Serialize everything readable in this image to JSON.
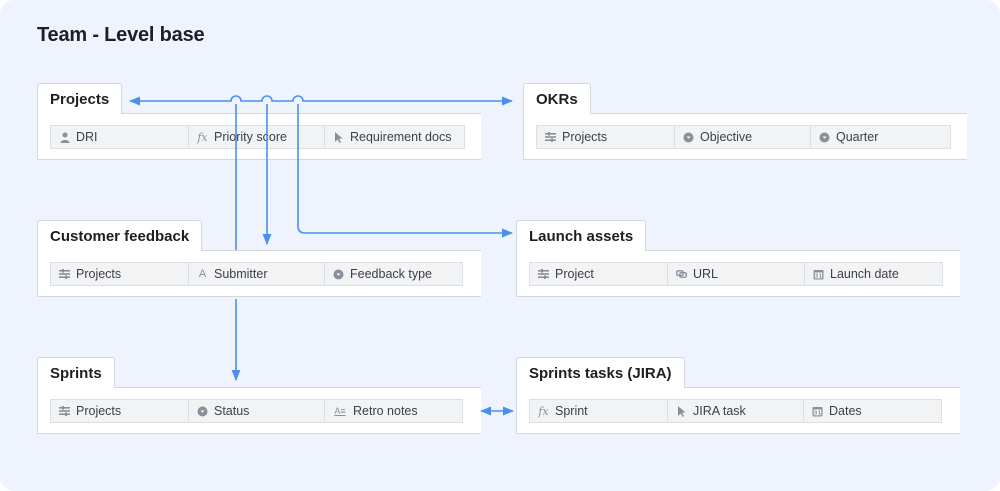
{
  "title": "Team - Level base",
  "tables": {
    "projects": {
      "name": "Projects",
      "fields": [
        {
          "label": "DRI",
          "icon": "user-icon"
        },
        {
          "label": "Priority score",
          "icon": "formula-icon"
        },
        {
          "label": "Requirement docs",
          "icon": "cursor-icon"
        }
      ]
    },
    "okrs": {
      "name": "OKRs",
      "fields": [
        {
          "label": "Projects",
          "icon": "link-records-icon"
        },
        {
          "label": "Objective",
          "icon": "select-icon"
        },
        {
          "label": "Quarter",
          "icon": "select-icon"
        }
      ]
    },
    "customer_feedback": {
      "name": "Customer feedback",
      "fields": [
        {
          "label": "Projects",
          "icon": "link-records-icon"
        },
        {
          "label": "Submitter",
          "icon": "text-icon"
        },
        {
          "label": "Feedback type",
          "icon": "select-icon"
        }
      ]
    },
    "launch_assets": {
      "name": "Launch assets",
      "fields": [
        {
          "label": "Project",
          "icon": "link-records-icon"
        },
        {
          "label": "URL",
          "icon": "url-icon"
        },
        {
          "label": "Launch date",
          "icon": "calendar-icon"
        }
      ]
    },
    "sprints": {
      "name": "Sprints",
      "fields": [
        {
          "label": "Projects",
          "icon": "link-records-icon"
        },
        {
          "label": "Status",
          "icon": "select-icon"
        },
        {
          "label": "Retro notes",
          "icon": "long-text-icon"
        }
      ]
    },
    "sprint_tasks": {
      "name": "Sprints tasks (JIRA)",
      "fields": [
        {
          "label": "Sprint",
          "icon": "formula-icon"
        },
        {
          "label": "JIRA task",
          "icon": "cursor-icon"
        },
        {
          "label": "Dates",
          "icon": "calendar-icon"
        }
      ]
    }
  },
  "colors": {
    "background": "#eef3fd",
    "connector": "#4a8ff0",
    "border": "#d3d7df"
  }
}
